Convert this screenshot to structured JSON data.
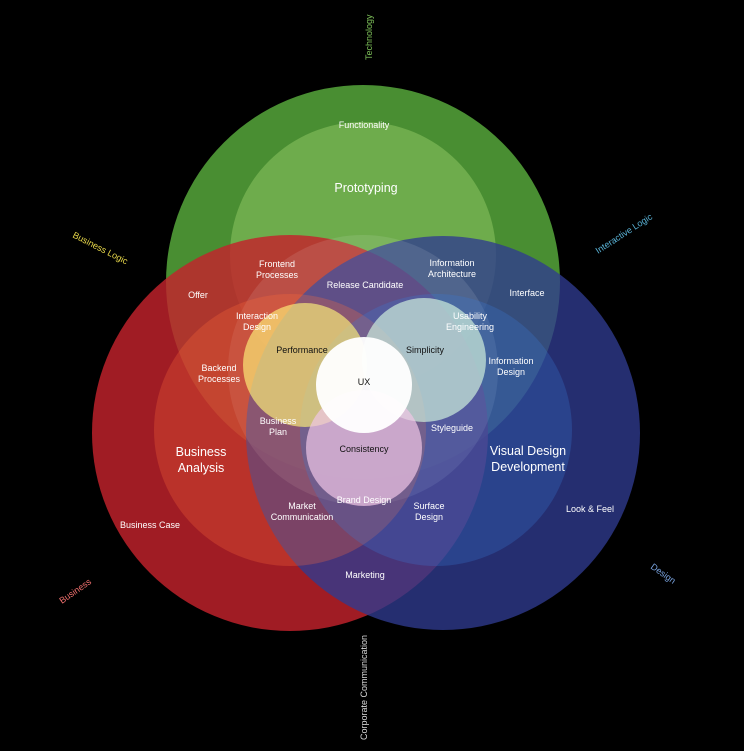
{
  "colors": {
    "background": "#000000",
    "technology": "#4f9a36",
    "technology_inner": "#a6d07a",
    "business": "#c3222c",
    "design": "#2f3b8f",
    "technology_edge": "#7fc35a",
    "interactive_logic_edge": "#5ab4d8",
    "design_edge": "#7aa4e0",
    "business_edge": "#f0706e",
    "business_logic_edge": "#e8d84a",
    "corporate_edge": "#d9d9d9"
  },
  "edge_labels": {
    "technology": "Technology",
    "business_logic": "Business Logic",
    "interactive_logic": "Interactive Logic",
    "business": "Business",
    "design": "Design",
    "corporate_communication": "Corporate Communication"
  },
  "circle_titles": {
    "prototyping": "Prototyping",
    "business_analysis": [
      "Business",
      "Analysis"
    ],
    "visual_design": [
      "Visual Design",
      "Development"
    ]
  },
  "labels": {
    "functionality": "Functionality",
    "frontend_processes": [
      "Frontend",
      "Processes"
    ],
    "information_architecture": [
      "Information",
      "Architecture"
    ],
    "release_candidate": "Release Candidate",
    "offer": "Offer",
    "interface": "Interface",
    "interaction_design": [
      "Interaction",
      "Design"
    ],
    "usability_engineering": [
      "Usability",
      "Engineering"
    ],
    "performance": "Performance",
    "simplicity": "Simplicity",
    "backend_processes": [
      "Backend",
      "Processes"
    ],
    "information_design": [
      "Information",
      "Design"
    ],
    "ux": "UX",
    "business_plan": [
      "Business",
      "Plan"
    ],
    "styleguide": "Styleguide",
    "consistency": "Consistency",
    "brand_design": "Brand Design",
    "market_communication": [
      "Market",
      "Communication"
    ],
    "surface_design": [
      "Surface",
      "Design"
    ],
    "business_case": "Business Case",
    "look_and_feel": "Look & Feel",
    "marketing": "Marketing"
  }
}
